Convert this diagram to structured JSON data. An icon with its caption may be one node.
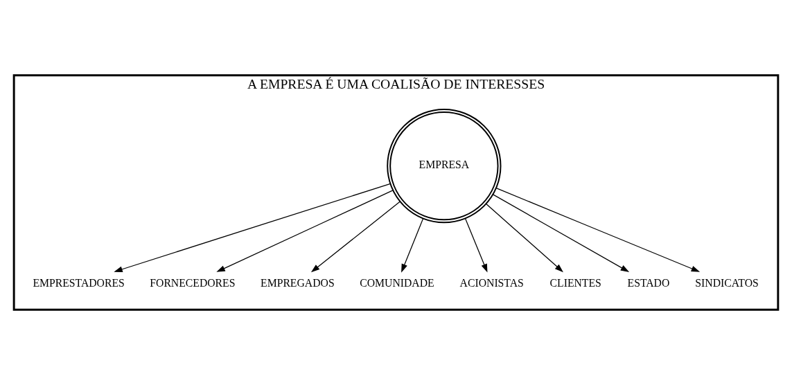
{
  "diagram": {
    "nodes": [
      {
        "text": [
          "A EMPRESA É UMA COALISÃO DE INTERESSES"
        ]
      },
      {
        "text": [
          "EMPRESA"
        ],
        "in": 0
      },
      {
        "text": [
          "EMPRESTADORES"
        ],
        "in": 0
      },
      {
        "text": [
          "FORNECEDORES"
        ],
        "in": 0
      },
      {
        "text": [
          "EMPREGADOS"
        ],
        "in": 0
      },
      {
        "text": [
          "COMUNIDADE"
        ],
        "in": 0
      },
      {
        "text": [
          "ACIONISTAS"
        ],
        "in": 0
      },
      {
        "text": [
          "CLIENTES"
        ],
        "in": 0
      },
      {
        "text": [
          "ESTADO"
        ],
        "in": 0
      },
      {
        "text": [
          "SINDICATOS"
        ],
        "in": 0
      }
    ],
    "edges": [
      {
        "from": 1,
        "to": 2,
        "arrow": "to"
      },
      {
        "from": 1,
        "to": 3,
        "arrow": "to"
      },
      {
        "from": 1,
        "to": 4,
        "arrow": "to"
      },
      {
        "from": 1,
        "to": 5,
        "arrow": "to"
      },
      {
        "from": 1,
        "to": 6,
        "arrow": "to"
      },
      {
        "from": 1,
        "to": 7,
        "arrow": "to"
      },
      {
        "from": 1,
        "to": 8,
        "arrow": "to"
      },
      {
        "from": 1,
        "to": 9,
        "arrow": "to"
      }
    ]
  }
}
